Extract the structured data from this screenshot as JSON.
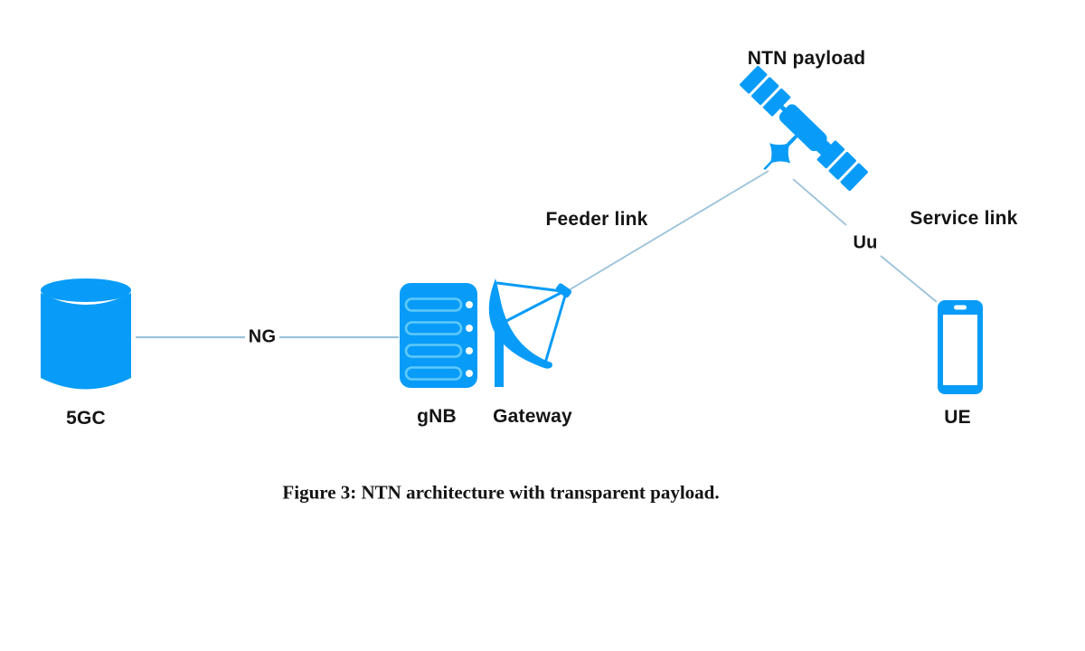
{
  "figure": {
    "caption": "Figure 3: NTN architecture with transparent payload.",
    "nodes": {
      "core": {
        "label": "5GC"
      },
      "gnb": {
        "label": "gNB"
      },
      "gateway": {
        "label": "Gateway"
      },
      "satellite": {
        "label": "NTN payload"
      },
      "ue": {
        "label": "UE"
      }
    },
    "links": {
      "ng": {
        "label": "NG"
      },
      "feeder": {
        "label": "Feeder link"
      },
      "uu": {
        "label": "Uu"
      },
      "service": {
        "label": "Service link"
      }
    },
    "colors": {
      "icon_blue": "#089CF8",
      "icon_blue_light": "#5FC9F8",
      "link_line": "#9BC2DA",
      "label_text": "#141414"
    }
  }
}
